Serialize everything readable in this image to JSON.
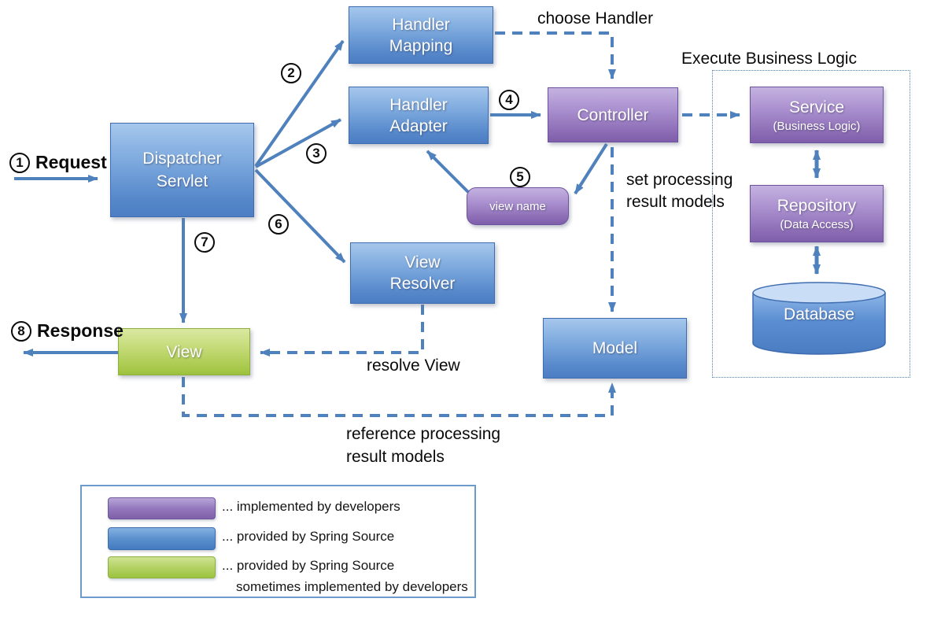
{
  "colors": {
    "accent": "#4f81bd",
    "blue_box": "#4d7ec4",
    "purple_box": "#7e5fa9",
    "green_box": "#9cc13e",
    "text_on_box": "#ffffff",
    "annotation_text": "#0a0a0a"
  },
  "nodes": {
    "handler_mapping": {
      "label": "Handler\nMapping"
    },
    "handler_adapter": {
      "label": "Handler\nAdapter"
    },
    "dispatcher_servlet": {
      "label": "Dispatcher\nServlet"
    },
    "controller": {
      "label": "Controller"
    },
    "view_name": {
      "label": "view name"
    },
    "view_resolver": {
      "label": "View\nResolver"
    },
    "view": {
      "label": "View"
    },
    "model": {
      "label": "Model"
    },
    "service": {
      "label": "Service",
      "sublabel": "(Business Logic)"
    },
    "repository": {
      "label": "Repository",
      "sublabel": "(Data Access)"
    },
    "database": {
      "label": "Database"
    }
  },
  "steps": {
    "s1": "1",
    "s2": "2",
    "s3": "3",
    "s4": "4",
    "s5": "5",
    "s6": "6",
    "s7": "7",
    "s8": "8"
  },
  "flow_labels": {
    "request": "Request",
    "response": "Response",
    "choose_handler": "choose Handler",
    "execute_business_logic": "Execute Business Logic",
    "set_processing": "set processing\nresult models",
    "resolve_view": "resolve View",
    "reference_processing": "reference processing\nresult models"
  },
  "legend": {
    "items": [
      {
        "swatch": "purple",
        "label": "... implemented by developers"
      },
      {
        "swatch": "blue",
        "label": "... provided by Spring Source"
      },
      {
        "swatch": "green",
        "label": "... provided by Spring Source",
        "label2": "sometimes implemented by developers"
      }
    ]
  }
}
